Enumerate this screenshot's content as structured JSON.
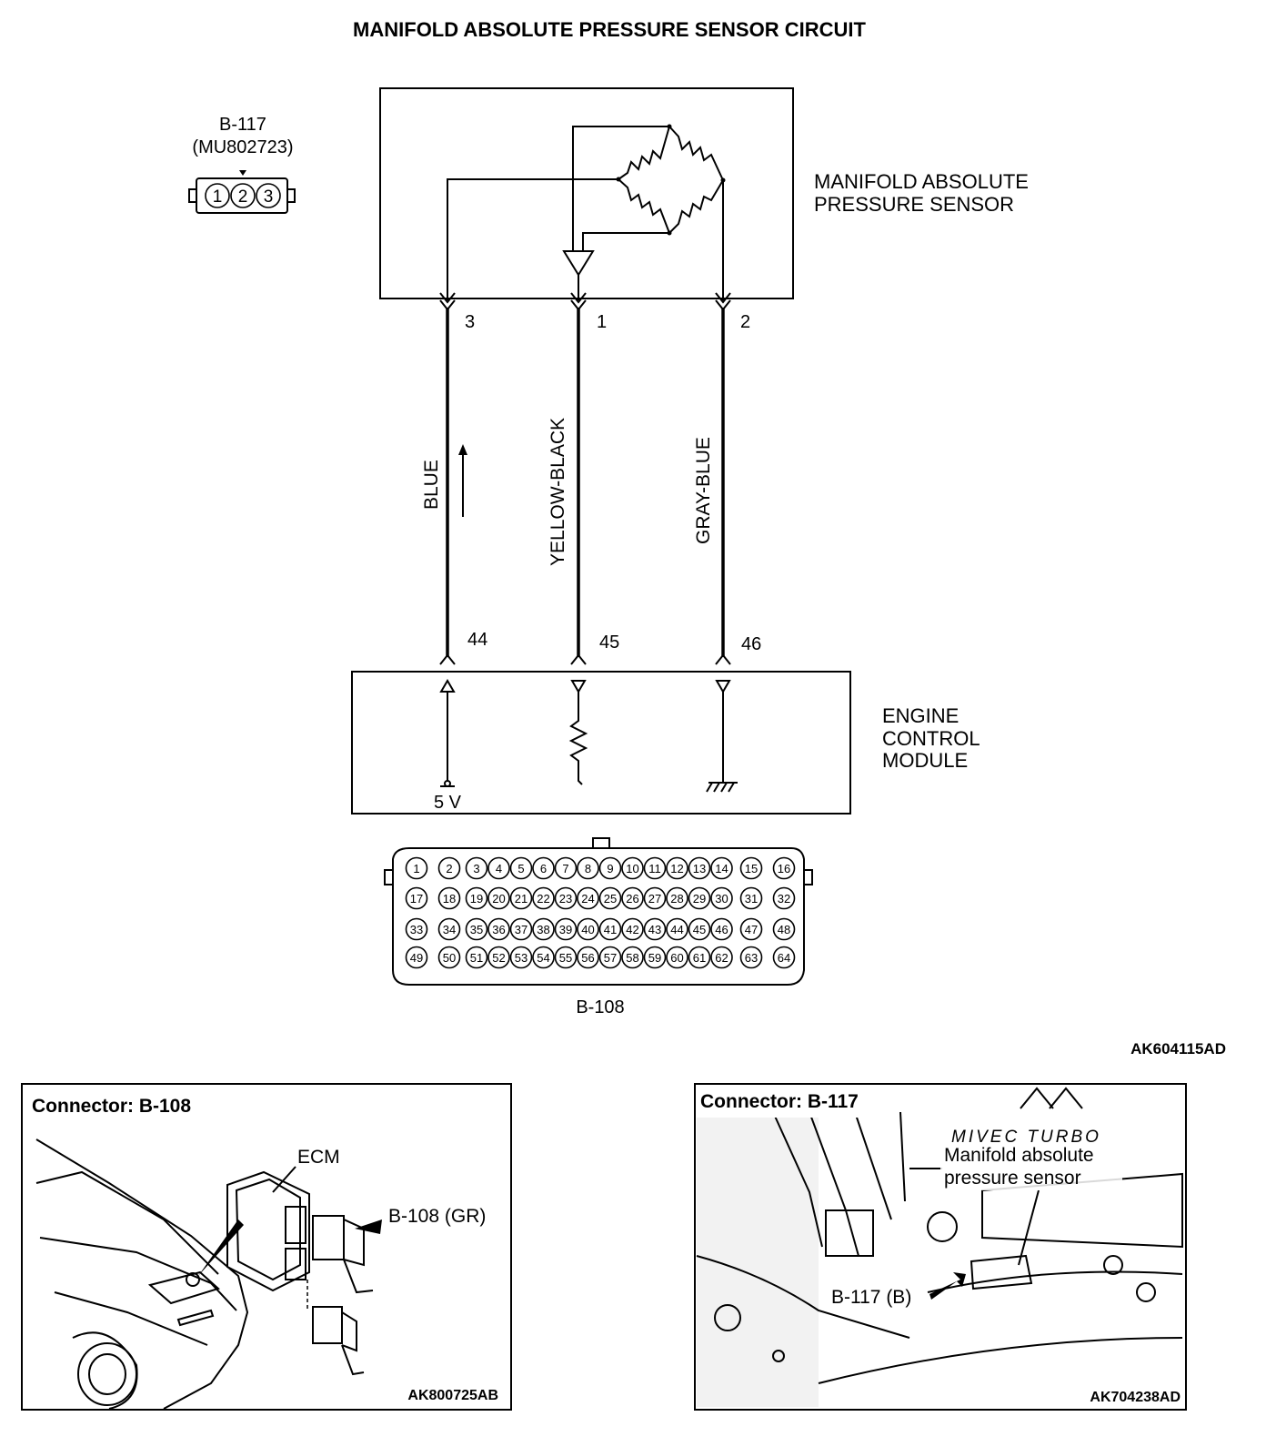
{
  "title": "MANIFOLD ABSOLUTE PRESSURE SENSOR CIRCUIT",
  "sensor_connector": {
    "id": "B-117",
    "part_no": "(MU802723)",
    "pins": [
      "1",
      "2",
      "3"
    ]
  },
  "sensor": {
    "label_line1": "MANIFOLD ABSOLUTE",
    "label_line2": "PRESSURE SENSOR"
  },
  "wires": [
    {
      "sensor_pin": "3",
      "color": "BLUE",
      "ecm_pin": "44"
    },
    {
      "sensor_pin": "1",
      "color": "YELLOW-BLACK",
      "ecm_pin": "45"
    },
    {
      "sensor_pin": "2",
      "color": "GRAY-BLUE",
      "ecm_pin": "46"
    }
  ],
  "ecm": {
    "label_line1": "ENGINE",
    "label_line2": "CONTROL",
    "label_line3": "MODULE",
    "supply_label": "5 V"
  },
  "ecm_connector": {
    "id": "B-108",
    "rows": [
      [
        "1",
        "2",
        "3",
        "4",
        "5",
        "6",
        "7",
        "8",
        "9",
        "10",
        "11",
        "12",
        "13",
        "14",
        "15",
        "16"
      ],
      [
        "17",
        "18",
        "19",
        "20",
        "21",
        "22",
        "23",
        "24",
        "25",
        "26",
        "27",
        "28",
        "29",
        "30",
        "31",
        "32"
      ],
      [
        "33",
        "34",
        "35",
        "36",
        "37",
        "38",
        "39",
        "40",
        "41",
        "42",
        "43",
        "44",
        "45",
        "46",
        "47",
        "48"
      ],
      [
        "49",
        "50",
        "51",
        "52",
        "53",
        "54",
        "55",
        "56",
        "57",
        "58",
        "59",
        "60",
        "61",
        "62",
        "63",
        "64"
      ]
    ]
  },
  "diagram_code": "AK604115AD",
  "panel_left": {
    "title": "Connector: B-108",
    "label_ecm": "ECM",
    "label_connector": "B-108 (GR)",
    "code": "AK800725AB"
  },
  "panel_right": {
    "title": "Connector: B-117",
    "logo_text": "MIVEC TURBO",
    "label_line1": "Manifold absolute",
    "label_line2": "pressure sensor",
    "label_connector": "B-117 (B)",
    "code": "AK704238AD"
  }
}
